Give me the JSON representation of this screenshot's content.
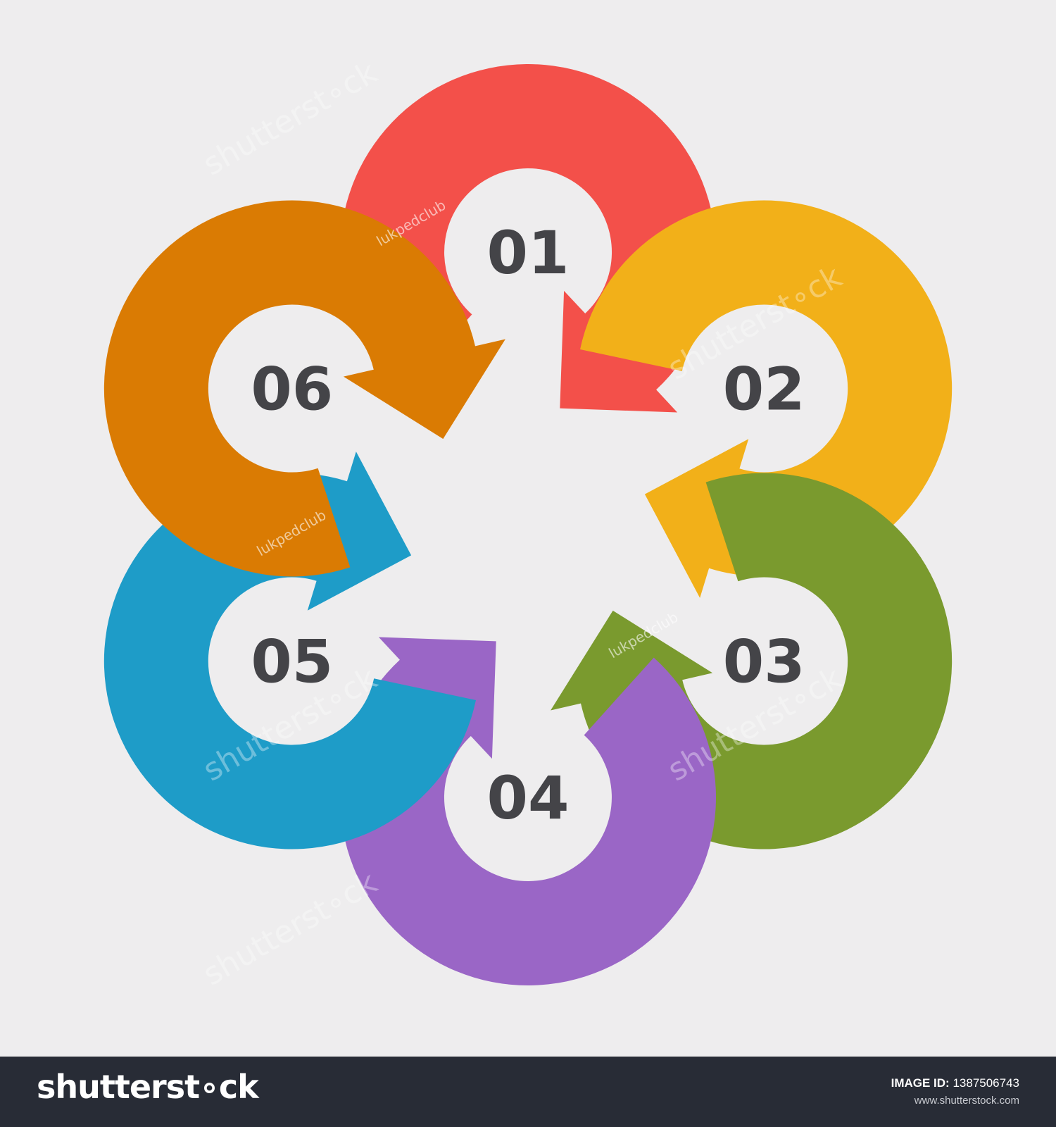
{
  "diagram": {
    "steps": [
      {
        "label": "01",
        "color": "#f3504a"
      },
      {
        "label": "02",
        "color": "#f2b019"
      },
      {
        "label": "03",
        "color": "#7a9a2e"
      },
      {
        "label": "04",
        "color": "#9a66c6"
      },
      {
        "label": "05",
        "color": "#1e9cc8"
      },
      {
        "label": "06",
        "color": "#da7b03"
      }
    ],
    "background": "#eeedee",
    "number_color": "#444448"
  },
  "watermarks": {
    "brand": "shutterst∘ck",
    "contributor": "lukpedclub"
  },
  "footer": {
    "logo": "shutterst∘ck",
    "image_id_label": "IMAGE ID:",
    "image_id_value": "1387506743",
    "url": "www.shutterstock.com"
  }
}
